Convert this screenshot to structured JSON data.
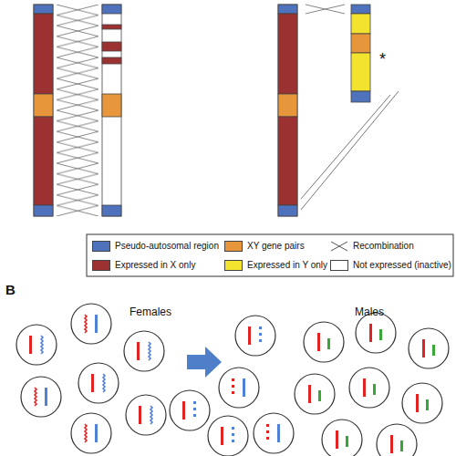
{
  "diagram": {
    "labels": [
      "*",
      "B",
      "Females",
      "Males"
    ],
    "legend": [
      {
        "text": "Pseudo-autosomal region",
        "color": "#4f72bd"
      },
      {
        "text": "XY gene pairs",
        "color": "#e8963c"
      },
      {
        "text": "Recombination"
      },
      {
        "text": "Expressed in X only",
        "color": "#9b3131"
      },
      {
        "text": "Expressed in Y only",
        "color": "#f2e32e"
      },
      {
        "text": "Not expressed (inactive)",
        "color": "#ffffff"
      }
    ]
  }
}
